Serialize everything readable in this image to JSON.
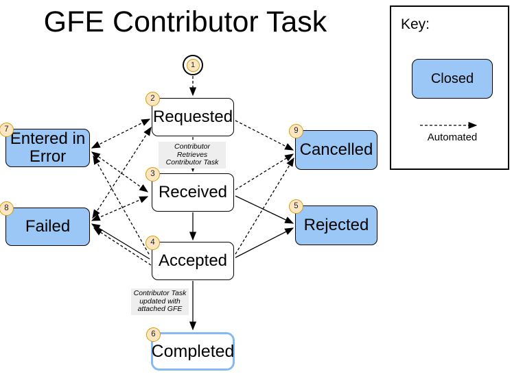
{
  "title": "GFE Contributor Task",
  "key": {
    "heading": "Key:",
    "closed_label": "Closed",
    "automated_label": "Automated"
  },
  "start_node": {
    "num": "1"
  },
  "nodes": [
    {
      "id": "requested",
      "num": "2",
      "label": "Requested",
      "type": "open"
    },
    {
      "id": "received",
      "num": "3",
      "label": "Received",
      "type": "open"
    },
    {
      "id": "accepted",
      "num": "4",
      "label": "Accepted",
      "type": "open"
    },
    {
      "id": "rejected",
      "num": "5",
      "label": "Rejected",
      "type": "closed"
    },
    {
      "id": "completed",
      "num": "6",
      "label": "Completed",
      "type": "closed-outline"
    },
    {
      "id": "entered-in-error",
      "num": "7",
      "label": "Entered in Error",
      "type": "closed"
    },
    {
      "id": "failed",
      "num": "8",
      "label": "Failed",
      "type": "closed"
    },
    {
      "id": "cancelled",
      "num": "9",
      "label": "Cancelled",
      "type": "closed"
    }
  ],
  "edge_labels": [
    {
      "text": "Contributor Retrieves\nContributor Task"
    },
    {
      "text": "Contributor Task\nupdated with\nattached GFE"
    }
  ],
  "edges": [
    {
      "from": "start",
      "to": "requested",
      "style": "automated"
    },
    {
      "from": "requested",
      "to": "received",
      "style": "automated",
      "label": "Contributor Retrieves Contributor Task"
    },
    {
      "from": "received",
      "to": "accepted",
      "style": "manual"
    },
    {
      "from": "accepted",
      "to": "completed",
      "style": "manual",
      "label": "Contributor Task updated with attached GFE"
    },
    {
      "from": "requested",
      "to": "entered-in-error",
      "style": "automated",
      "bidirectional": true
    },
    {
      "from": "requested",
      "to": "failed",
      "style": "automated",
      "bidirectional": true
    },
    {
      "from": "requested",
      "to": "cancelled",
      "style": "automated"
    },
    {
      "from": "received",
      "to": "entered-in-error",
      "style": "automated",
      "bidirectional": true
    },
    {
      "from": "received",
      "to": "failed",
      "style": "automated",
      "bidirectional": true
    },
    {
      "from": "received",
      "to": "cancelled",
      "style": "automated"
    },
    {
      "from": "received",
      "to": "rejected",
      "style": "manual"
    },
    {
      "from": "accepted",
      "to": "entered-in-error",
      "style": "automated"
    },
    {
      "from": "accepted",
      "to": "failed",
      "style": "manual"
    },
    {
      "from": "accepted",
      "to": "failed",
      "style": "automated"
    },
    {
      "from": "accepted",
      "to": "cancelled",
      "style": "automated"
    },
    {
      "from": "accepted",
      "to": "rejected",
      "style": "manual"
    }
  ],
  "colors": {
    "closed_fill": "#9ac7f5",
    "completed_border": "#85b9f2",
    "badge_fill": "#ffe6c2",
    "badge_border": "#d79b00",
    "edge_label_bg": "#eeeeee",
    "line": "#000000"
  }
}
